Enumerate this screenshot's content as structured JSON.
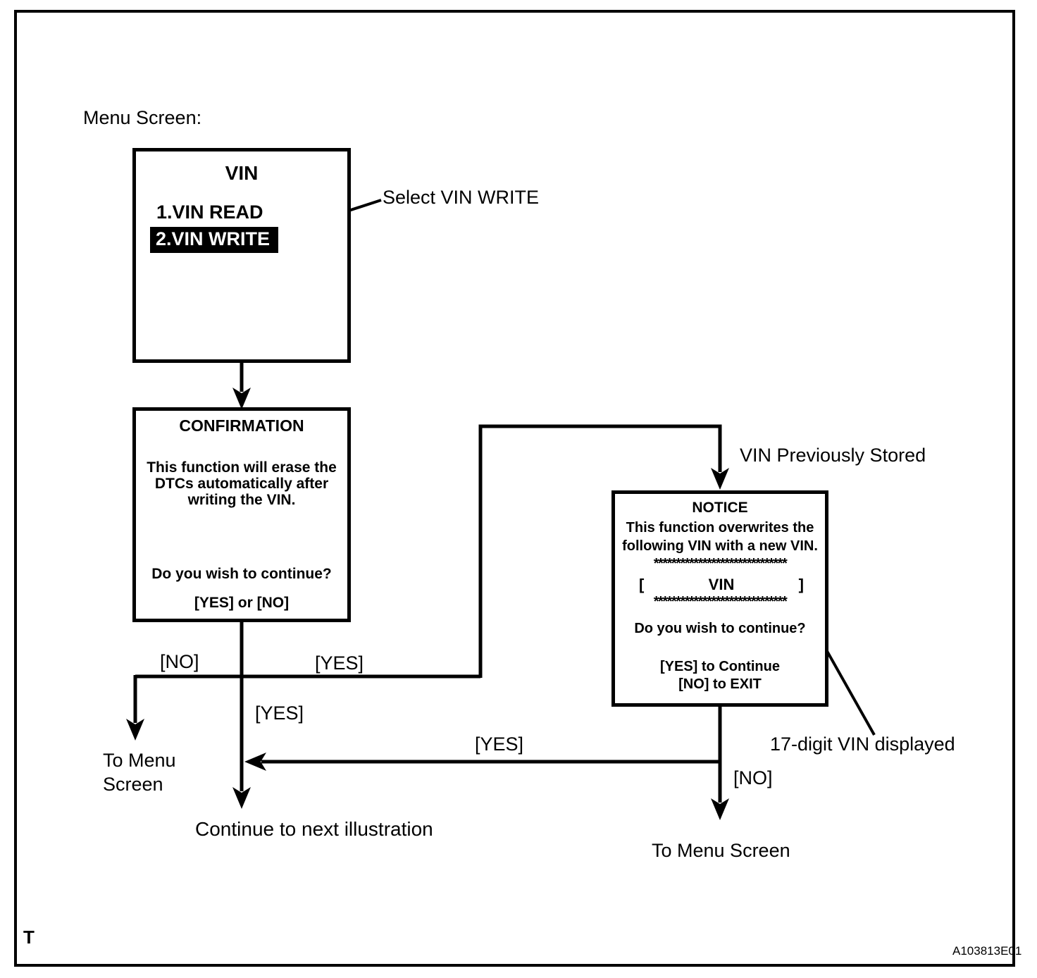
{
  "page": {
    "label": "Menu Screen:",
    "corner_letter": "T",
    "figure_id": "A103813E01"
  },
  "menu_box": {
    "title": "VIN",
    "item_read": "1.VIN READ",
    "item_write": "2.VIN WRITE",
    "callout": "Select VIN WRITE"
  },
  "confirmation_box": {
    "title": "CONFIRMATION",
    "body_lines": [
      "This function will erase the",
      "DTCs automatically after",
      "writing the VIN."
    ],
    "question": "Do you wish to continue?",
    "options": "[YES] or [NO]"
  },
  "notice_box": {
    "title": "NOTICE",
    "body_lines": [
      "This function overwrites the",
      "following VIN with a new VIN."
    ],
    "asterisks": "******************************",
    "vin_row": {
      "open": "[",
      "label": "VIN",
      "close": "]"
    },
    "question": "Do you wish to continue?",
    "option_yes": "[YES] to Continue",
    "option_no": "[NO] to EXIT"
  },
  "edges": {
    "confirmation_no": "[NO]",
    "confirmation_yes_to_notice": "[YES]",
    "confirmation_yes_down": "[YES]",
    "notice_yes_return": "[YES]",
    "notice_no_down": "[NO]"
  },
  "annotations": {
    "vin_previously_stored": "VIN Previously Stored",
    "seventeen_digit_vin": "17-digit VIN displayed"
  },
  "terminals": {
    "to_menu_left_line1": "To Menu",
    "to_menu_left_line2": "Screen",
    "continue_next": "Continue to next illustration",
    "to_menu_right": "To Menu Screen"
  },
  "colors": {
    "ink": "#000000",
    "background": "#ffffff",
    "highlight_bg": "#000000",
    "highlight_fg": "#ffffff"
  }
}
